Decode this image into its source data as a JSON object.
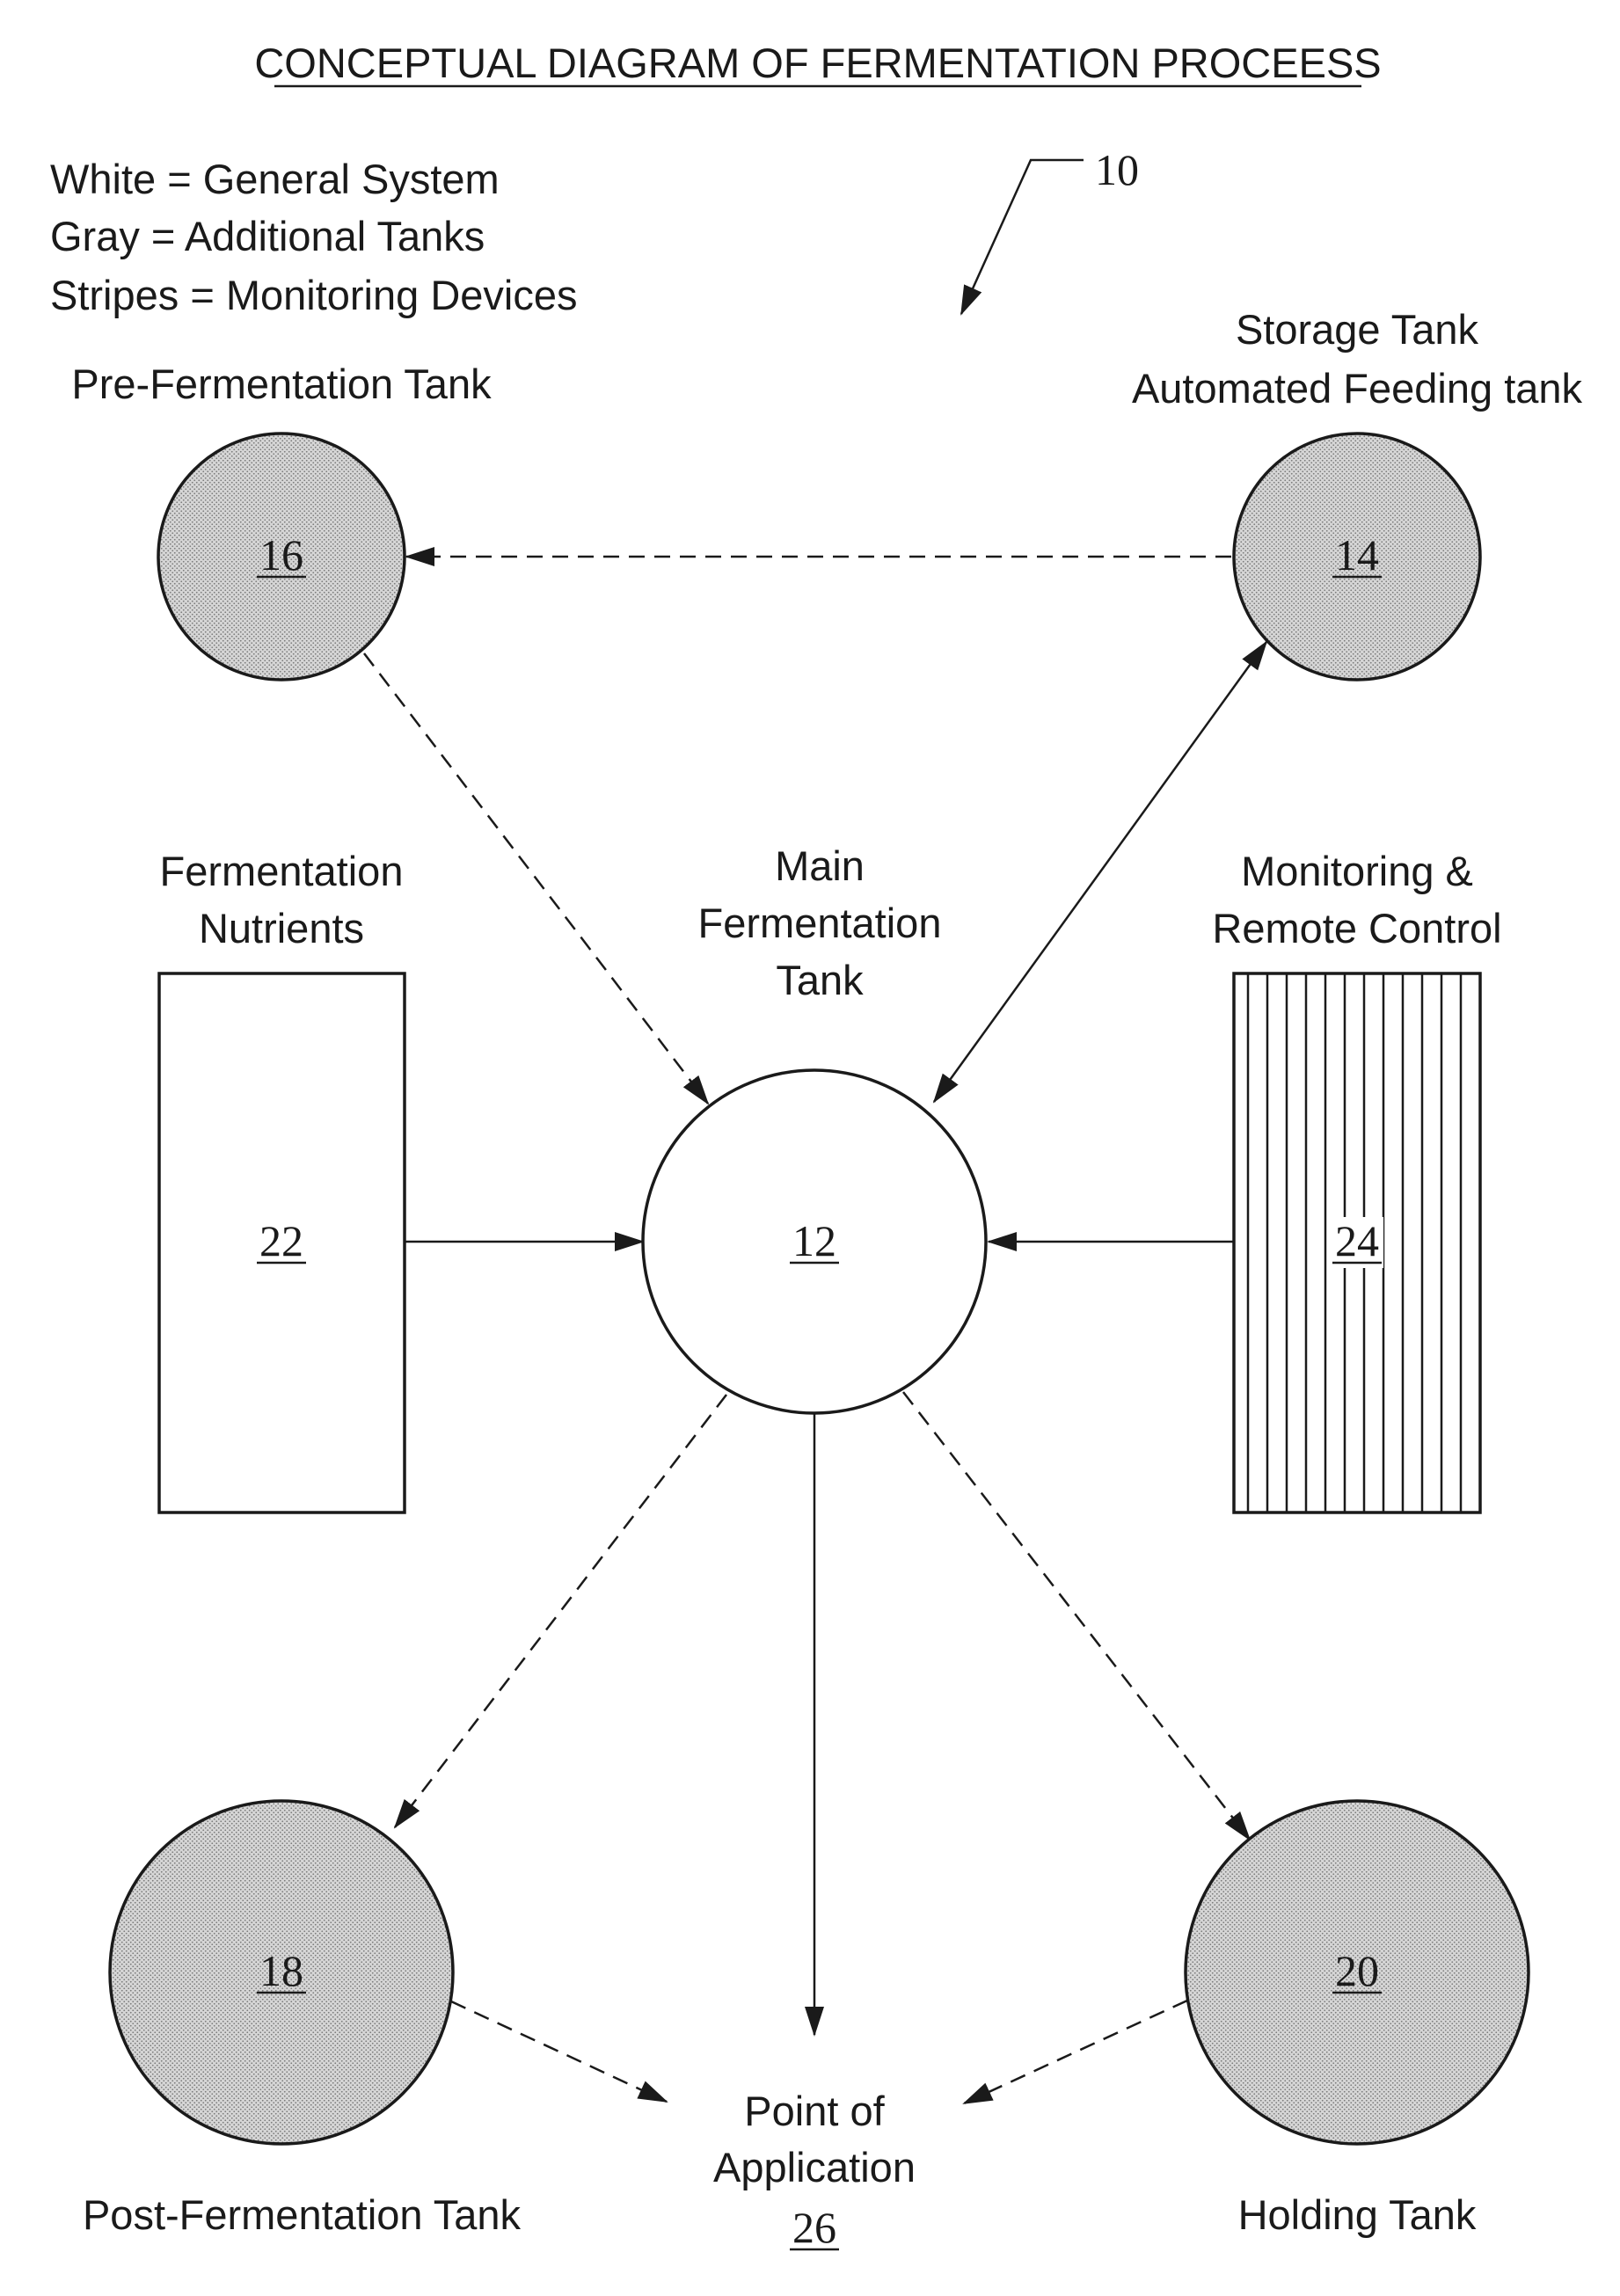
{
  "title": "CONCEPTUAL DIAGRAM OF FERMENTATION PROCEESS",
  "reference": "10",
  "legend": [
    "White = General System",
    "Gray = Additional Tanks",
    "Stripes = Monitoring Devices"
  ],
  "colors": {
    "ink": "#1a1a1a",
    "general_system": "#ffffff",
    "additional_tanks": "#c9c9c9",
    "monitoring_stripes": "#1a1a1a"
  },
  "nodes": {
    "main": {
      "number": "12",
      "label_lines": [
        "Main",
        "Fermentation",
        "Tank"
      ],
      "fill": "white"
    },
    "storage": {
      "number": "14",
      "label_lines": [
        "Storage Tank",
        "Automated Feeding tank"
      ],
      "fill": "gray"
    },
    "pre": {
      "number": "16",
      "label_lines": [
        "Pre-Fermentation Tank"
      ],
      "fill": "gray"
    },
    "post": {
      "number": "18",
      "label_lines": [
        "Post-Fermentation Tank"
      ],
      "fill": "gray"
    },
    "holding": {
      "number": "20",
      "label_lines": [
        "Holding Tank"
      ],
      "fill": "gray"
    },
    "nutrients": {
      "number": "22",
      "label_lines": [
        "Fermentation",
        "Nutrients"
      ],
      "fill": "white"
    },
    "monitoring": {
      "number": "24",
      "label_lines": [
        "Monitoring &",
        "Remote Control"
      ],
      "fill": "stripes"
    },
    "application": {
      "number": "26",
      "label_lines": [
        "Point of",
        "Application"
      ]
    }
  },
  "connections": [
    {
      "from": "storage",
      "to": "pre",
      "style": "dashed"
    },
    {
      "from": "pre",
      "to": "main",
      "style": "dashed"
    },
    {
      "from": "main",
      "to": "storage",
      "style": "solid",
      "bidirectional": true
    },
    {
      "from": "nutrients",
      "to": "main",
      "style": "solid"
    },
    {
      "from": "monitoring",
      "to": "main",
      "style": "solid"
    },
    {
      "from": "main",
      "to": "post",
      "style": "dashed"
    },
    {
      "from": "main",
      "to": "holding",
      "style": "dashed"
    },
    {
      "from": "main",
      "to": "application",
      "style": "solid"
    },
    {
      "from": "post",
      "to": "application",
      "style": "dashed"
    },
    {
      "from": "holding",
      "to": "application",
      "style": "dashed"
    }
  ]
}
